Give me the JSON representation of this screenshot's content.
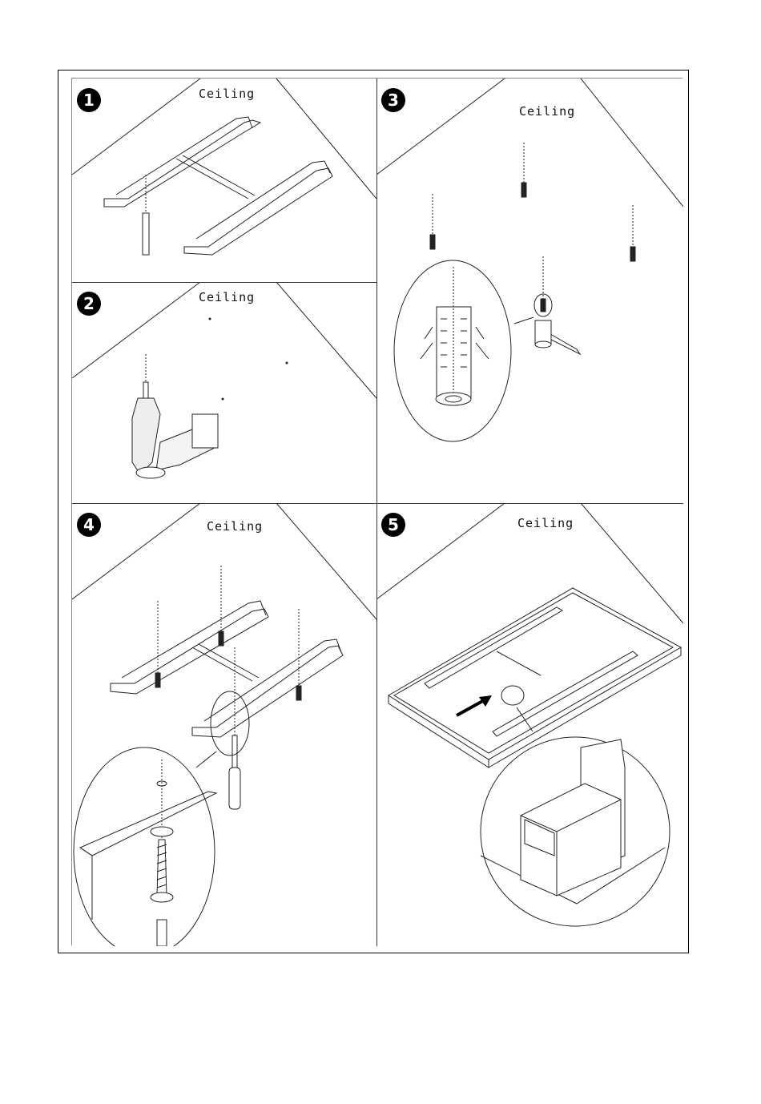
{
  "steps": [
    {
      "number": "1",
      "label": "Ceiling"
    },
    {
      "number": "2",
      "label": "Ceiling"
    },
    {
      "number": "3",
      "label": "Ceiling"
    },
    {
      "number": "4",
      "label": "Ceiling"
    },
    {
      "number": "5",
      "label": "Ceiling"
    }
  ],
  "icons": {
    "step1": "bracket-frame-drill-bit",
    "step2": "power-drill-icon",
    "step3": "wall-plug-anchor-icon",
    "step4": "screwdriver-screw-icon",
    "step5": "panel-mounting-icon"
  }
}
